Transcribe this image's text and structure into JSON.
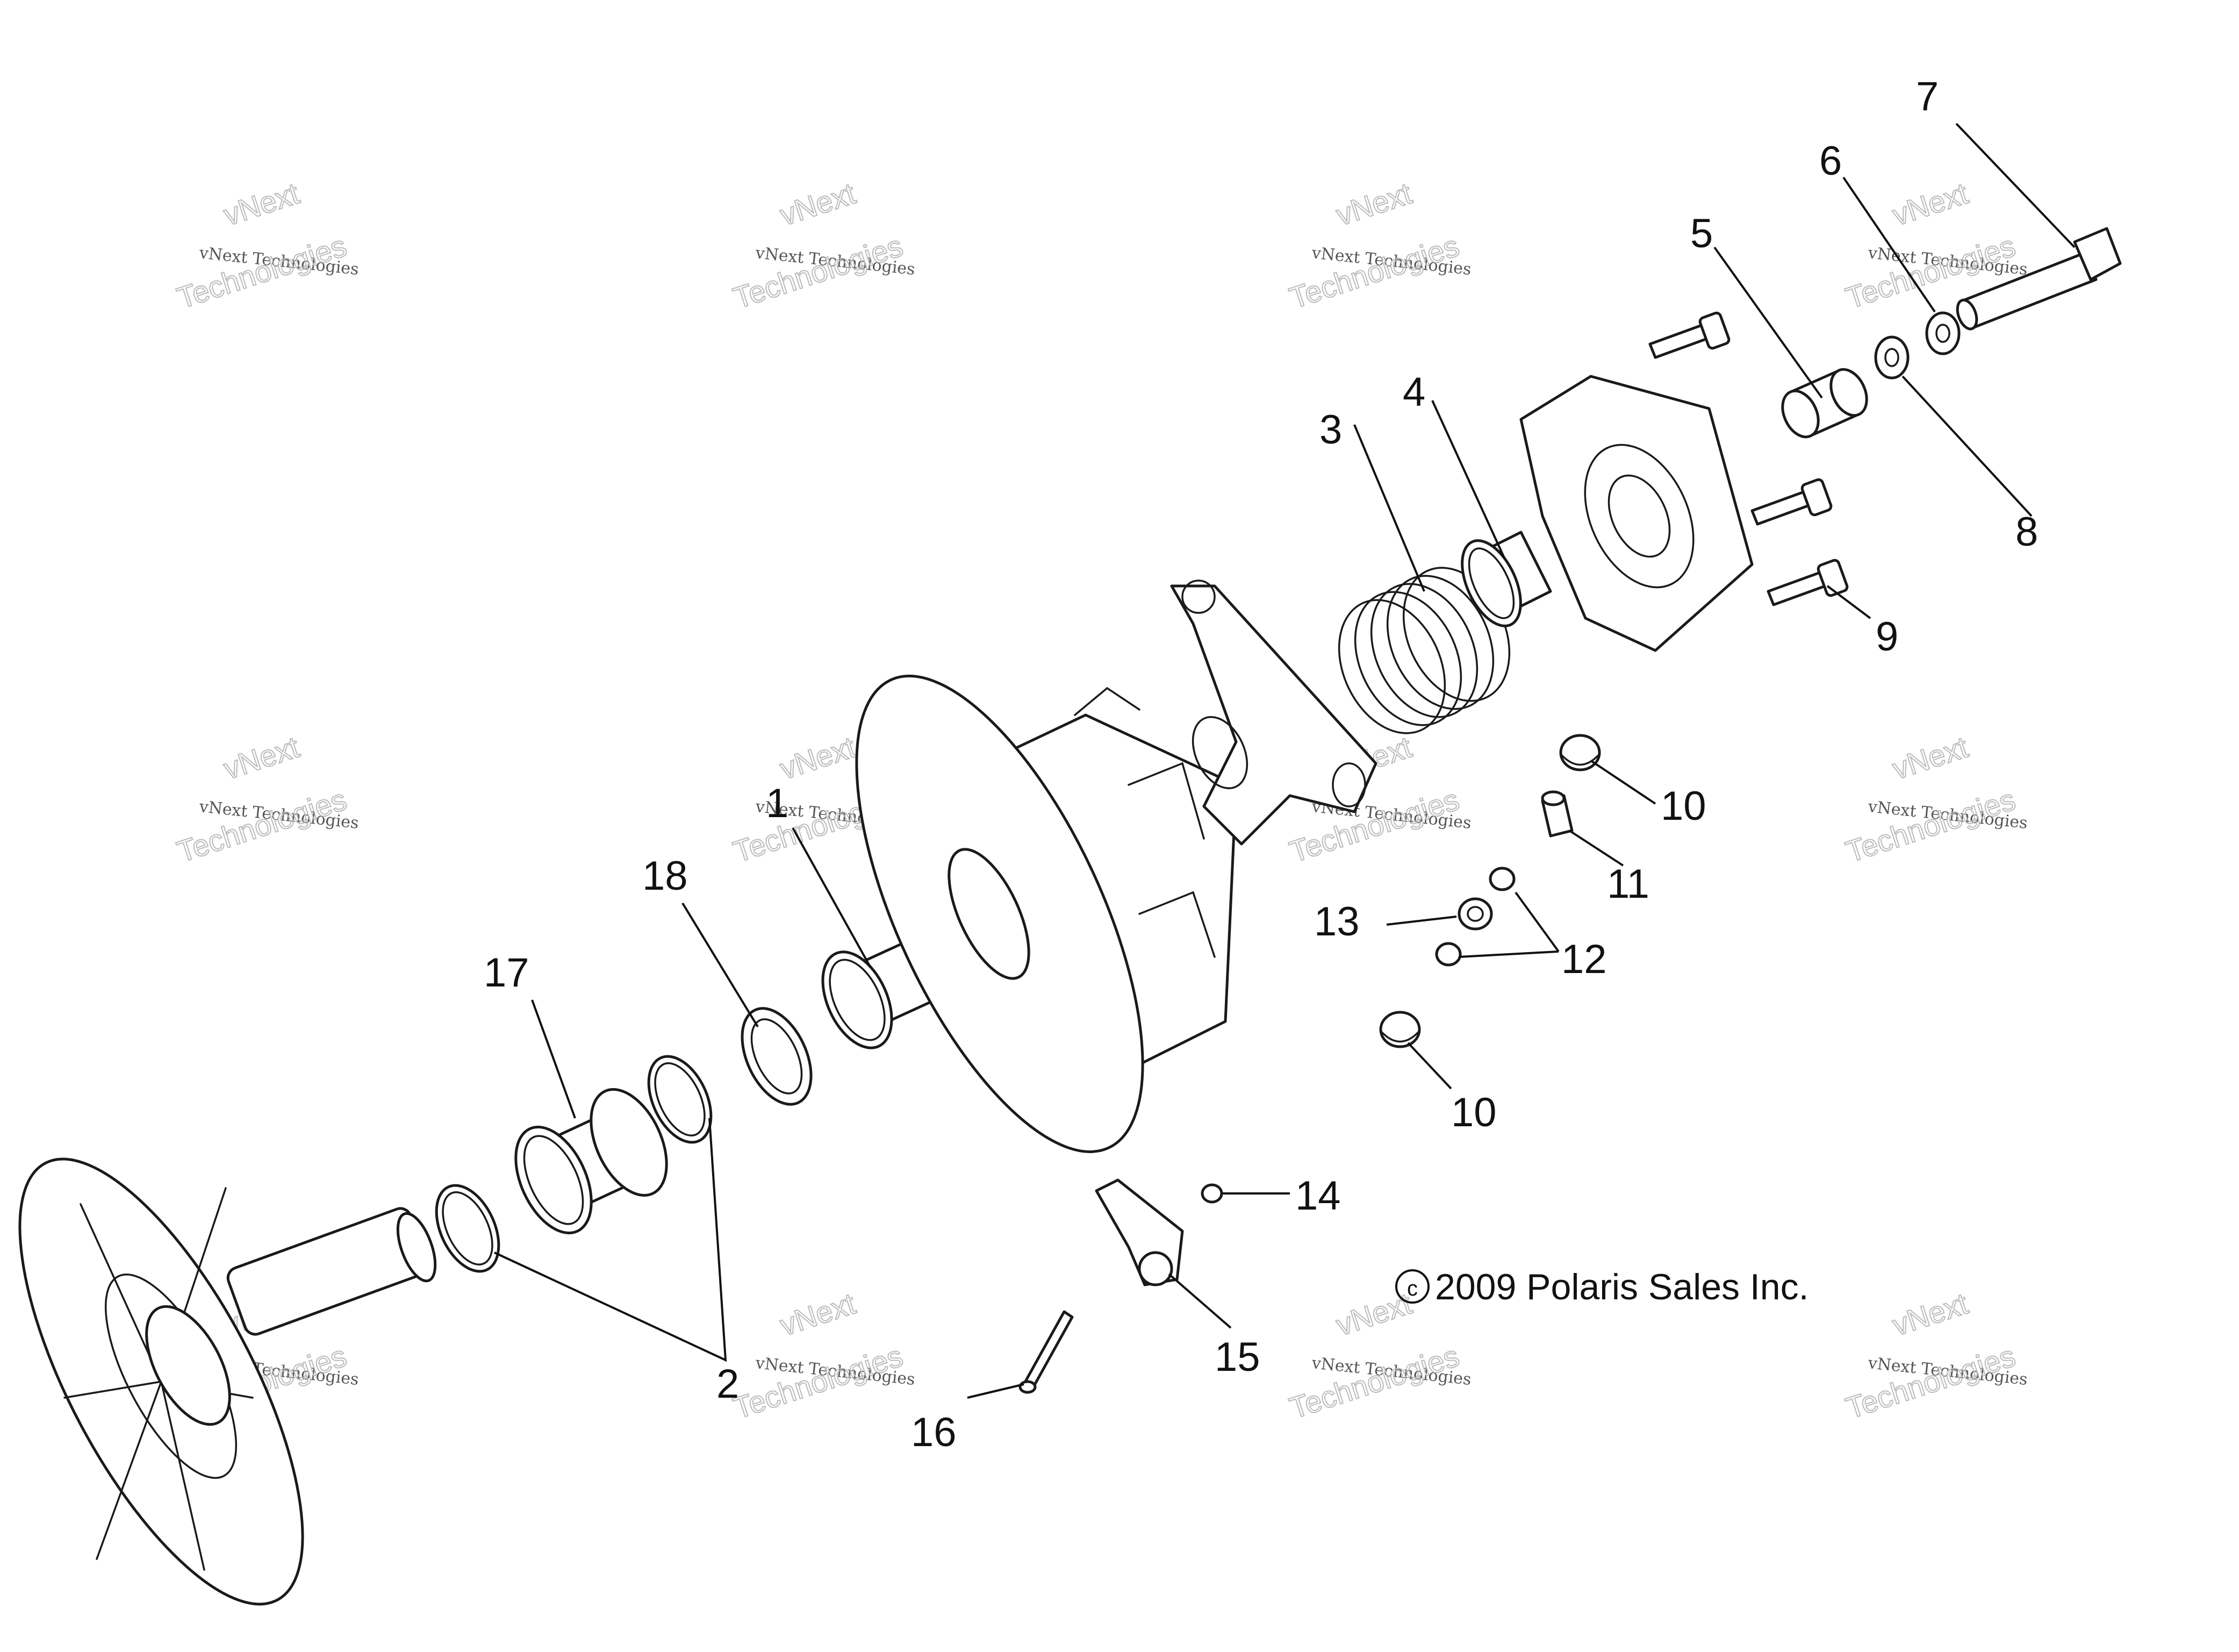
{
  "callouts": [
    "1",
    "2",
    "3",
    "4",
    "5",
    "6",
    "7",
    "8",
    "9",
    "10",
    "10",
    "11",
    "12",
    "13",
    "14",
    "15",
    "16",
    "17",
    "18"
  ],
  "copyright": "2009 Polaris Sales Inc.",
  "copyright_symbol": "c",
  "watermark": {
    "line1": "vNext Technologies",
    "line2": "vNext",
    "line3": "Technologies"
  }
}
